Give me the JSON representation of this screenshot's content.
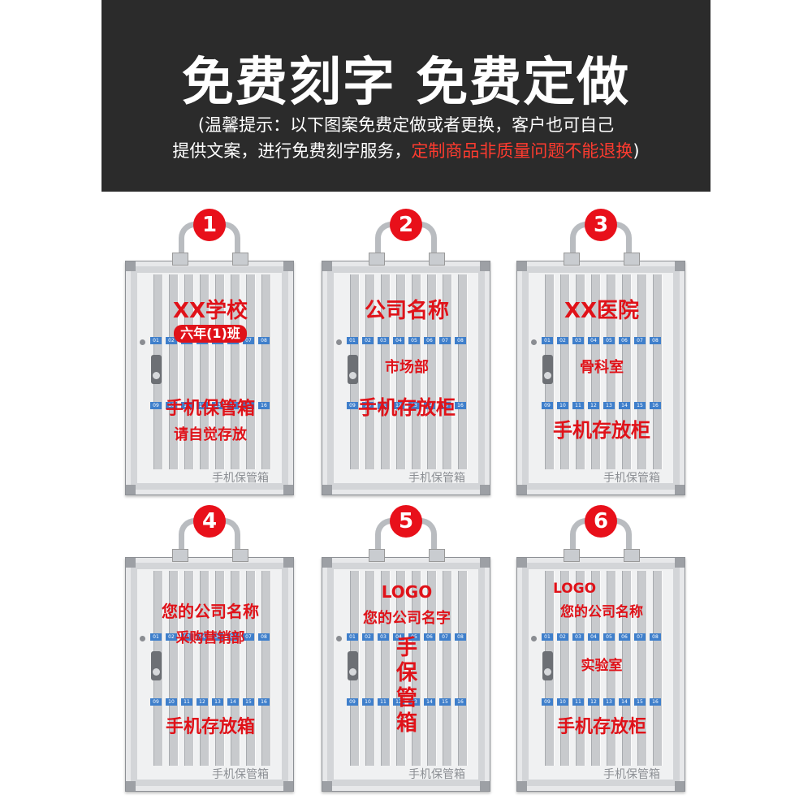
{
  "header": {
    "title": "免费刻字  免费定做",
    "note_line1": "(温馨提示：以下图案免费定做或者更换，客户也可自己",
    "note_line2_plain": "提供文案，进行免费刻字服务，",
    "note_line2_highlight": "定制商品非质量问题不能退换",
    "note_line2_close": ")"
  },
  "cabinet_caption": "手机保管箱",
  "slot_numbers_top": [
    "01",
    "02",
    "03",
    "04",
    "05",
    "06",
    "07",
    "08"
  ],
  "slot_numbers_bottom": [
    "09",
    "10",
    "11",
    "12",
    "13",
    "14",
    "15",
    "16"
  ],
  "designs": [
    {
      "num": "1",
      "line1": "XX学校",
      "pill": "六年(1)班",
      "line2": "手机保管箱",
      "line3": "请自觉存放"
    },
    {
      "num": "2",
      "line1": "公司名称",
      "line2": "市场部",
      "line3": "手机存放柜"
    },
    {
      "num": "3",
      "line1": "XX医院",
      "line2": "骨科室",
      "line3": "手机存放柜"
    },
    {
      "num": "4",
      "line1": "您的公司名称",
      "line2": "采购营销部",
      "line3": "手机存放箱"
    },
    {
      "num": "5",
      "line1": "LOGO",
      "line2": "您的公司名字",
      "vertical": [
        "手",
        "保",
        "管",
        "箱"
      ]
    },
    {
      "num": "6",
      "line1": "LOGO",
      "line2": "您的公司名称",
      "line3": "实验室",
      "line4": "手机存放柜"
    }
  ],
  "colors": {
    "banner_bg": "#2b2b2b",
    "accent_red": "#e01219",
    "highlight_red": "#ff3b2f",
    "number_tag_blue": "#3f7fcb"
  }
}
